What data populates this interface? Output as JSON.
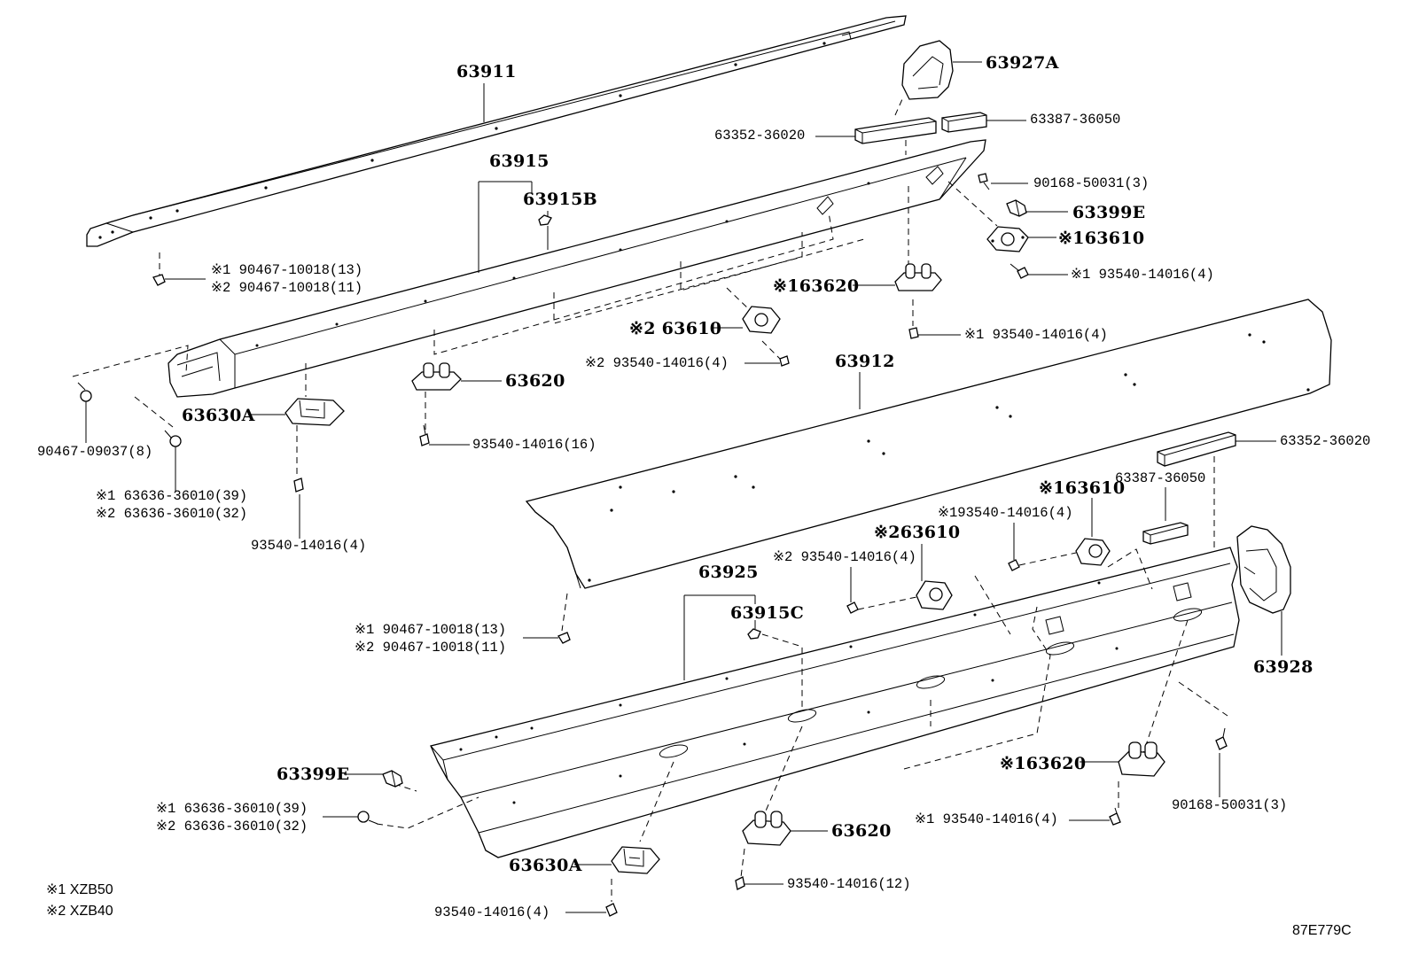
{
  "diagram": {
    "ref_code": "87E779C",
    "legend": [
      {
        "mark": "※1",
        "text": "XZB50"
      },
      {
        "mark": "※2",
        "text": "XZB40"
      }
    ],
    "callouts": {
      "p63911": "63911",
      "p63927a": "63927A",
      "p63387_top": "63387-36050",
      "p63352_top": "63352-36020",
      "p63915": "63915",
      "p63915b": "63915B",
      "p90168_top": "90168-50031(3)",
      "p63399e_top": "63399E",
      "p63610_top": "※163610",
      "p93540_r1": "※1 93540-14016(4)",
      "p90467_t1": "※1 90467-10018(13)",
      "p90467_t2": "※2 90467-10018(11)",
      "p63620_s1": "※163620",
      "p93540_s1b": "※1 93540-14016(4)",
      "p63610_s2": "※2 63610",
      "p93540_s2": "※2 93540-14016(4)",
      "p63620_mid": "63620",
      "p63912": "63912",
      "p63630a_top": "63630A",
      "p90467_09037": "90467-09037(8)",
      "p93540_16": "93540-14016(16)",
      "p63636_t1": "※1 63636-36010(39)",
      "p63636_t2": "※2 63636-36010(32)",
      "p93540_4a": "93540-14016(4)",
      "p63352_r": "63352-36020",
      "p63387_r": "63387-36050",
      "p63610_r1": "※163610",
      "p93540_r2": "※193540-14016(4)",
      "p63610_r2": "※263610",
      "p93540_r3": "※2 93540-14016(4)",
      "p63925": "63925",
      "p63915c": "63915C",
      "p90467_b1": "※1 90467-10018(13)",
      "p90467_b2": "※2 90467-10018(11)",
      "p63928": "63928",
      "p63399e_b": "63399E",
      "p63636_b1": "※1 63636-36010(39)",
      "p63636_b2": "※2 63636-36010(32)",
      "p63620_b1": "※163620",
      "p93540_b1": "※1 93540-14016(4)",
      "p90168_b": "90168-50031(3)",
      "p63620_b2": "63620",
      "p63630a_b": "63630A",
      "p93540_12": "93540-14016(12)",
      "p93540_4b": "93540-14016(4)"
    }
  }
}
